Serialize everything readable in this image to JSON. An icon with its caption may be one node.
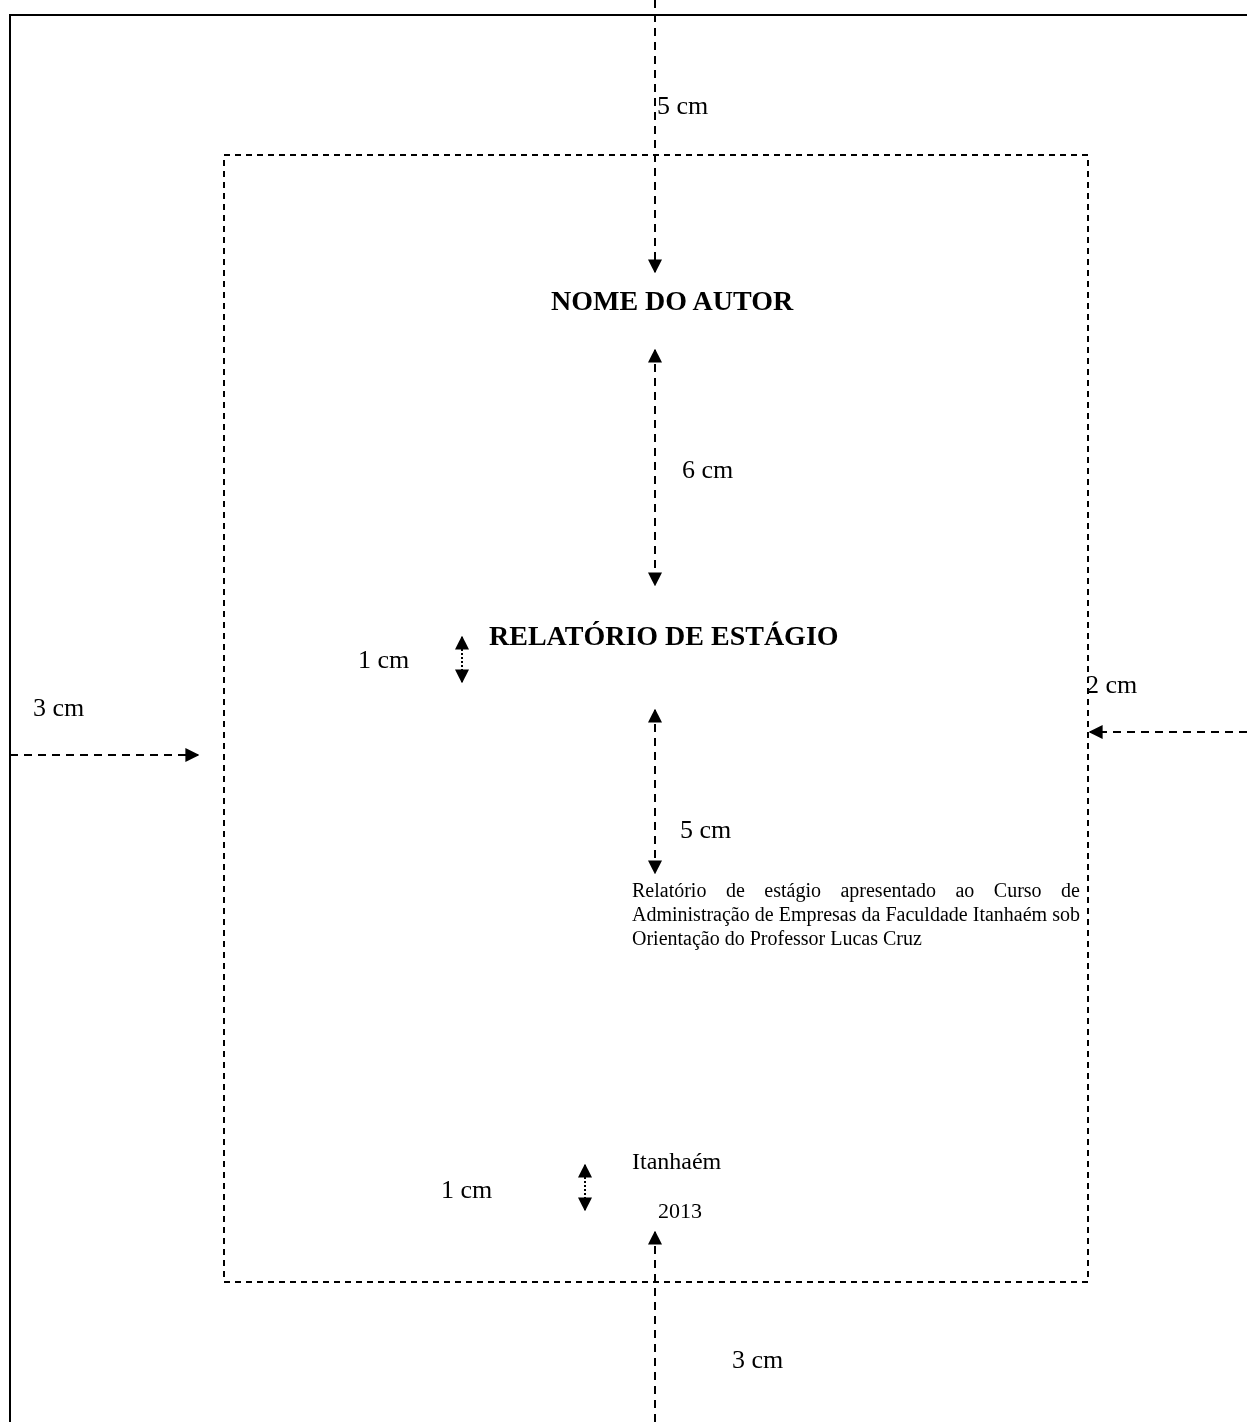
{
  "diagram": {
    "labels": [
      "5 cm",
      "NOME DO AUTOR",
      "6 cm",
      "RELATÓRIO DE ESTÁGIO",
      "1 cm",
      "2 cm",
      "3 cm",
      "5 cm",
      "Relatório de estágio apresentado ao Curso de Administração de Empresas da Faculdade Itanhaém sob Orientação do Professor Lucas Cruz",
      "Itanhaém",
      "1 cm",
      "2013",
      "3 cm"
    ]
  }
}
